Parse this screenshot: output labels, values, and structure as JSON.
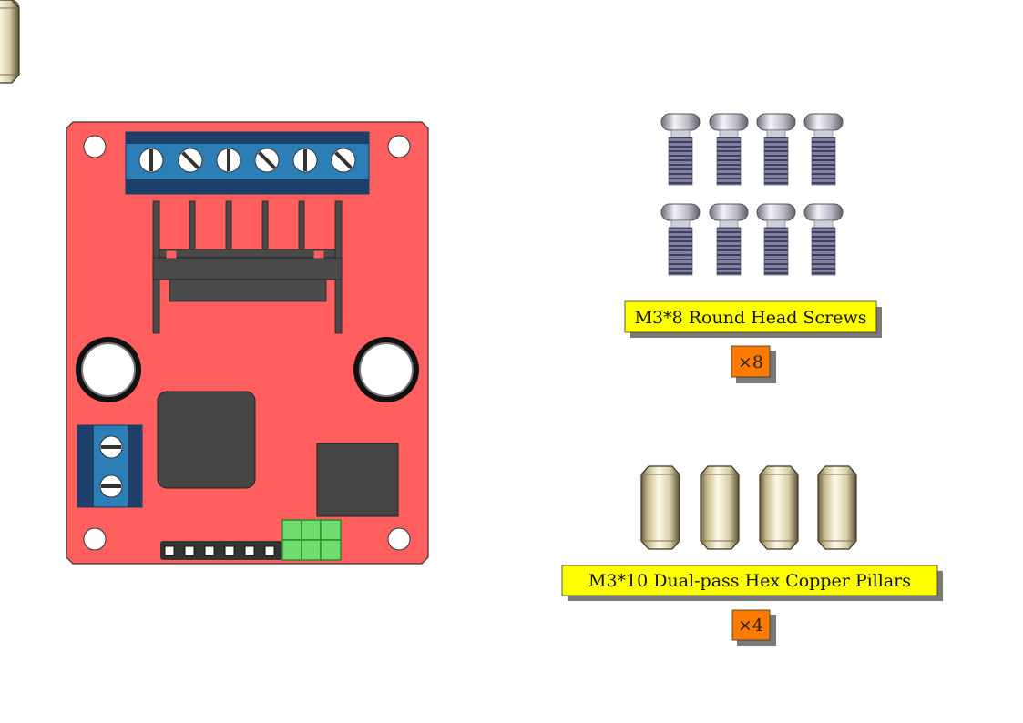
{
  "colors": {
    "pcb": "#ff5f5f",
    "terminal_blue": "#2b7fb6",
    "terminal_dark": "#1e3f6a",
    "heatsink": "#4a4a4a",
    "chip": "#454545",
    "jumper_green": "#6fdc6f",
    "label_yellow": "#ffff00",
    "badge_orange": "#ff7a00",
    "shadow": "#7a7a7a"
  },
  "items": [
    {
      "label": "M3*8 Round Head Screws",
      "quantity": "×8",
      "icon": "round-head-screw-icon",
      "count": 8
    },
    {
      "label": "M3*10 Dual-pass Hex Copper Pillars",
      "quantity": "×4",
      "icon": "hex-copper-pillar-icon",
      "count": 4
    }
  ]
}
